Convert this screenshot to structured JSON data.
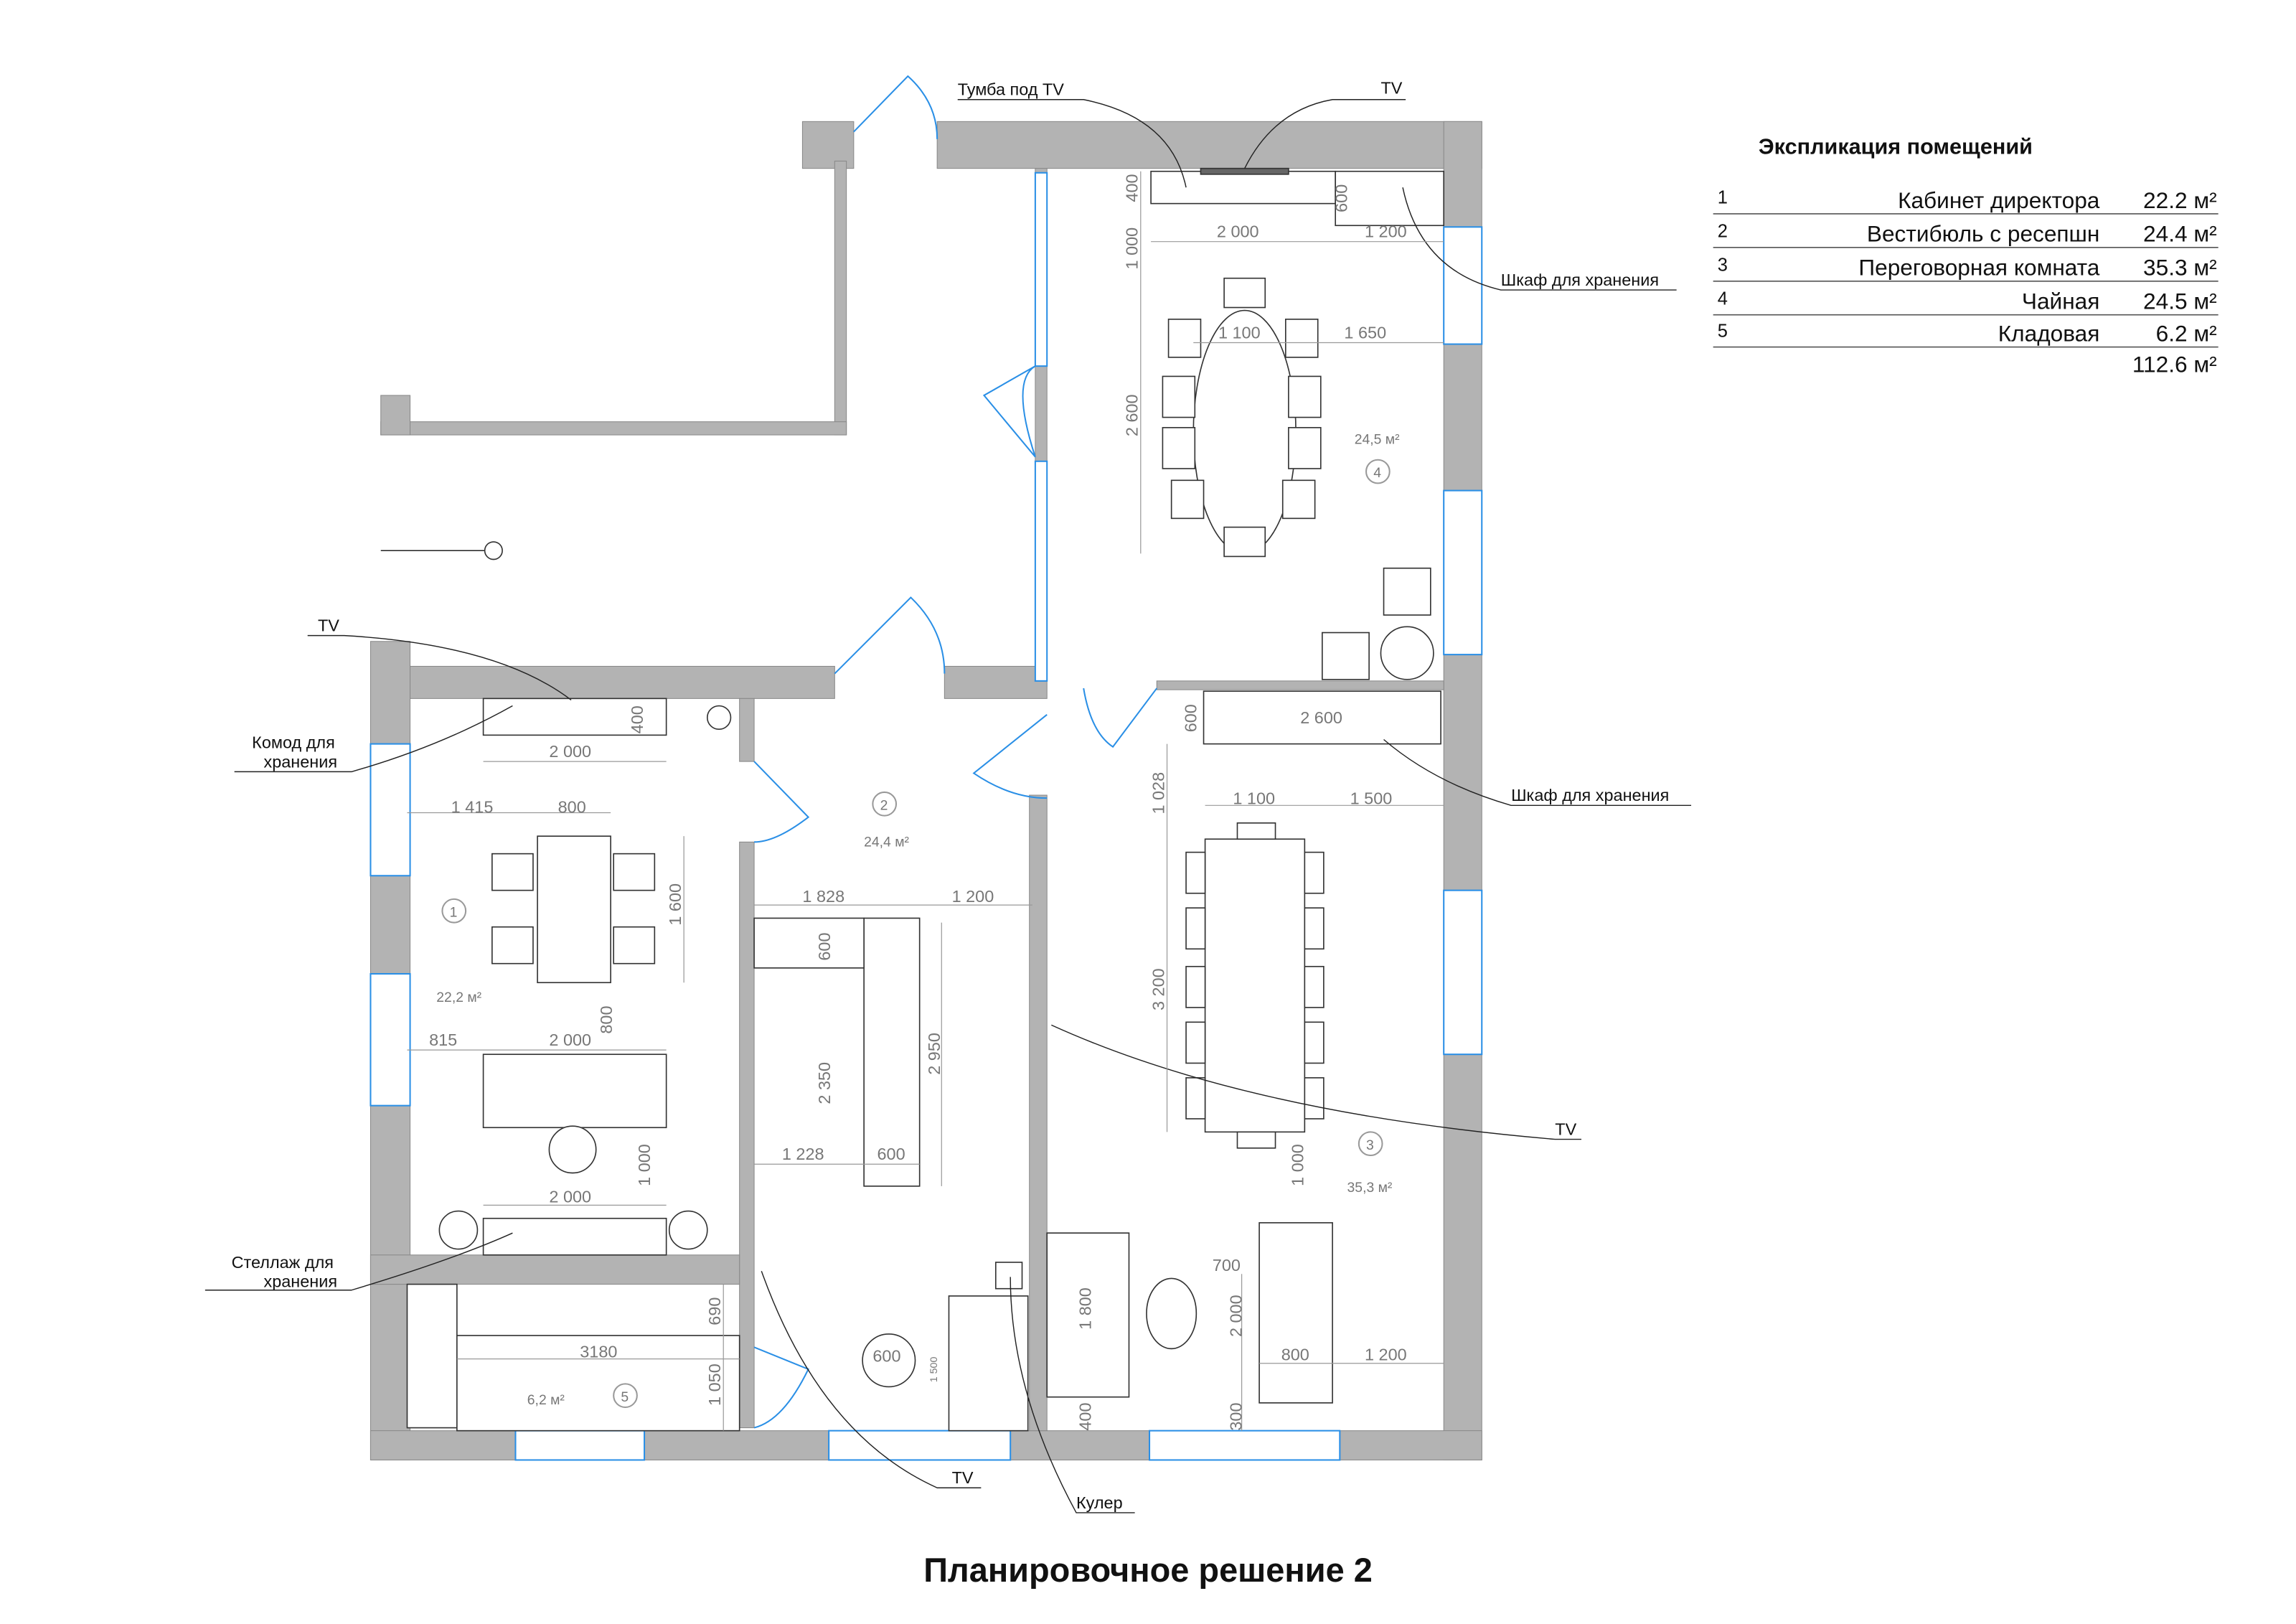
{
  "title": "Планировочное решение 2",
  "explication": {
    "heading": "Экспликация помещений",
    "rows": [
      {
        "num": "1",
        "name": "Кабинет директора",
        "area": "22.2 м²"
      },
      {
        "num": "2",
        "name": "Вестибюль с ресепшн",
        "area": "24.4 м²"
      },
      {
        "num": "3",
        "name": "Переговорная комната",
        "area": "35.3 м²"
      },
      {
        "num": "4",
        "name": "Чайная",
        "area": "24.5 м²"
      },
      {
        "num": "5",
        "name": "Кладовая",
        "area": "6.2 м²"
      }
    ],
    "total": "112.6 м²"
  },
  "callouts": {
    "tv_stand": "Тумба под TV",
    "tv_top": "TV",
    "cabinet_top": "Шкаф для хранения",
    "cabinet_mid": "Шкаф для хранения",
    "tv_meeting": "TV",
    "tv_office": "TV",
    "dresser_1": "Комод для",
    "dresser_2": "хранения",
    "rack_1": "Стеллаж для",
    "rack_2": "хранения",
    "tv_bottom": "TV",
    "cooler": "Кулер"
  },
  "rooms": {
    "r1_num": "1",
    "r1_area": "22,2 м²",
    "r2_num": "2",
    "r2_area": "24,4 м²",
    "r3_num": "3",
    "r3_area": "35,3 м²",
    "r4_num": "4",
    "r4_area": "24,5 м²",
    "r5_num": "5",
    "r5_area": "6,2 м²",
    "cooler_table": "600"
  },
  "dims": [
    "400",
    "1 000",
    "2 600",
    "2 000",
    "1 200",
    "600",
    "1 100",
    "1 650",
    "2 600",
    "600",
    "1 028",
    "1 100",
    "1 500",
    "3 200",
    "1 000",
    "700",
    "2 000",
    "1 800",
    "800",
    "1 200",
    "400",
    "300",
    "1 500",
    "1 050",
    "690",
    "3180",
    "2 000",
    "1 000",
    "815",
    "2 000",
    "800",
    "1 415",
    "800",
    "1 600",
    "2 000",
    "400",
    "1 828",
    "1 200",
    "600",
    "2 350",
    "2 950",
    "1 228",
    "600"
  ]
}
